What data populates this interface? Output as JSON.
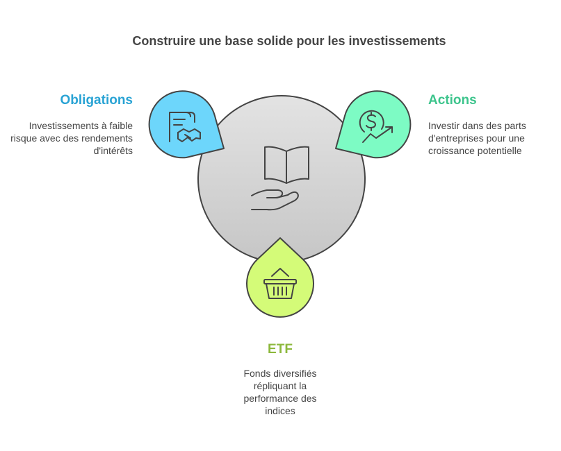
{
  "title": "Construire une base solide pour les investissements",
  "colors": {
    "obligations": "#29a3d4",
    "actions": "#3cc48c",
    "etf": "#8cb83c",
    "center_fill_top": "#e3e3e3",
    "center_fill_bottom": "#c9c9c9",
    "oblig_fill": "#6dd6fb",
    "actions_fill": "#7dfbc4",
    "etf_fill": "#d4fb78",
    "stroke": "#444444"
  },
  "center": {
    "icon": "open-book-hand-icon"
  },
  "items": [
    {
      "key": "obligations",
      "title": "Obligations",
      "description": "Investissements à faible risque avec des rendements d'intérêts",
      "icon": "contract-handshake-icon"
    },
    {
      "key": "actions",
      "title": "Actions",
      "description": "Investir dans des parts d'entreprises pour une croissance potentielle",
      "icon": "dollar-growth-icon"
    },
    {
      "key": "etf",
      "title": "ETF",
      "description": "Fonds diversifiés répliquant la performance des indices",
      "icon": "basket-icon"
    }
  ]
}
